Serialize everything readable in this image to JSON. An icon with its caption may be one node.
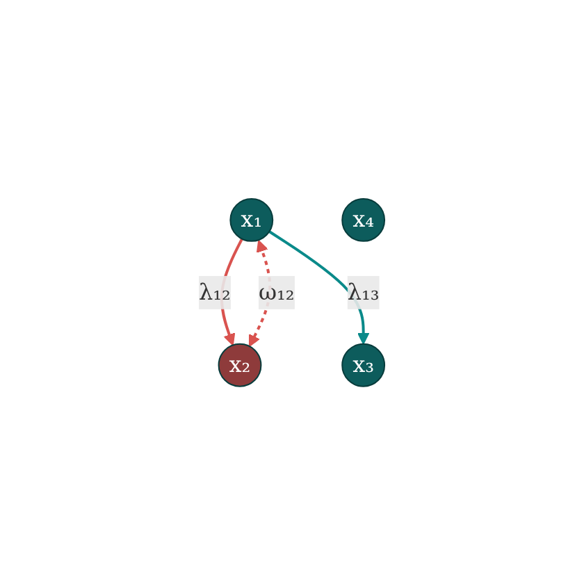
{
  "diagram": {
    "nodes": [
      {
        "text": [
          "x₁"
        ]
      },
      {
        "text": [
          "x₂"
        ]
      },
      {
        "text": [
          "x₃"
        ]
      },
      {
        "text": [
          "x₄"
        ]
      }
    ],
    "edges": [
      {
        "from": 0,
        "to": 1,
        "arrow": "to",
        "label": "λ₁₂",
        "color": "#d9534f"
      },
      {
        "from": 0,
        "to": 1,
        "arrow": "both",
        "label": "ω₁₂",
        "style": "dashed",
        "color": "#d9534f"
      },
      {
        "from": 0,
        "to": 2,
        "arrow": "to",
        "label": "λ₁₃",
        "color": "#0a8a8a"
      }
    ]
  }
}
